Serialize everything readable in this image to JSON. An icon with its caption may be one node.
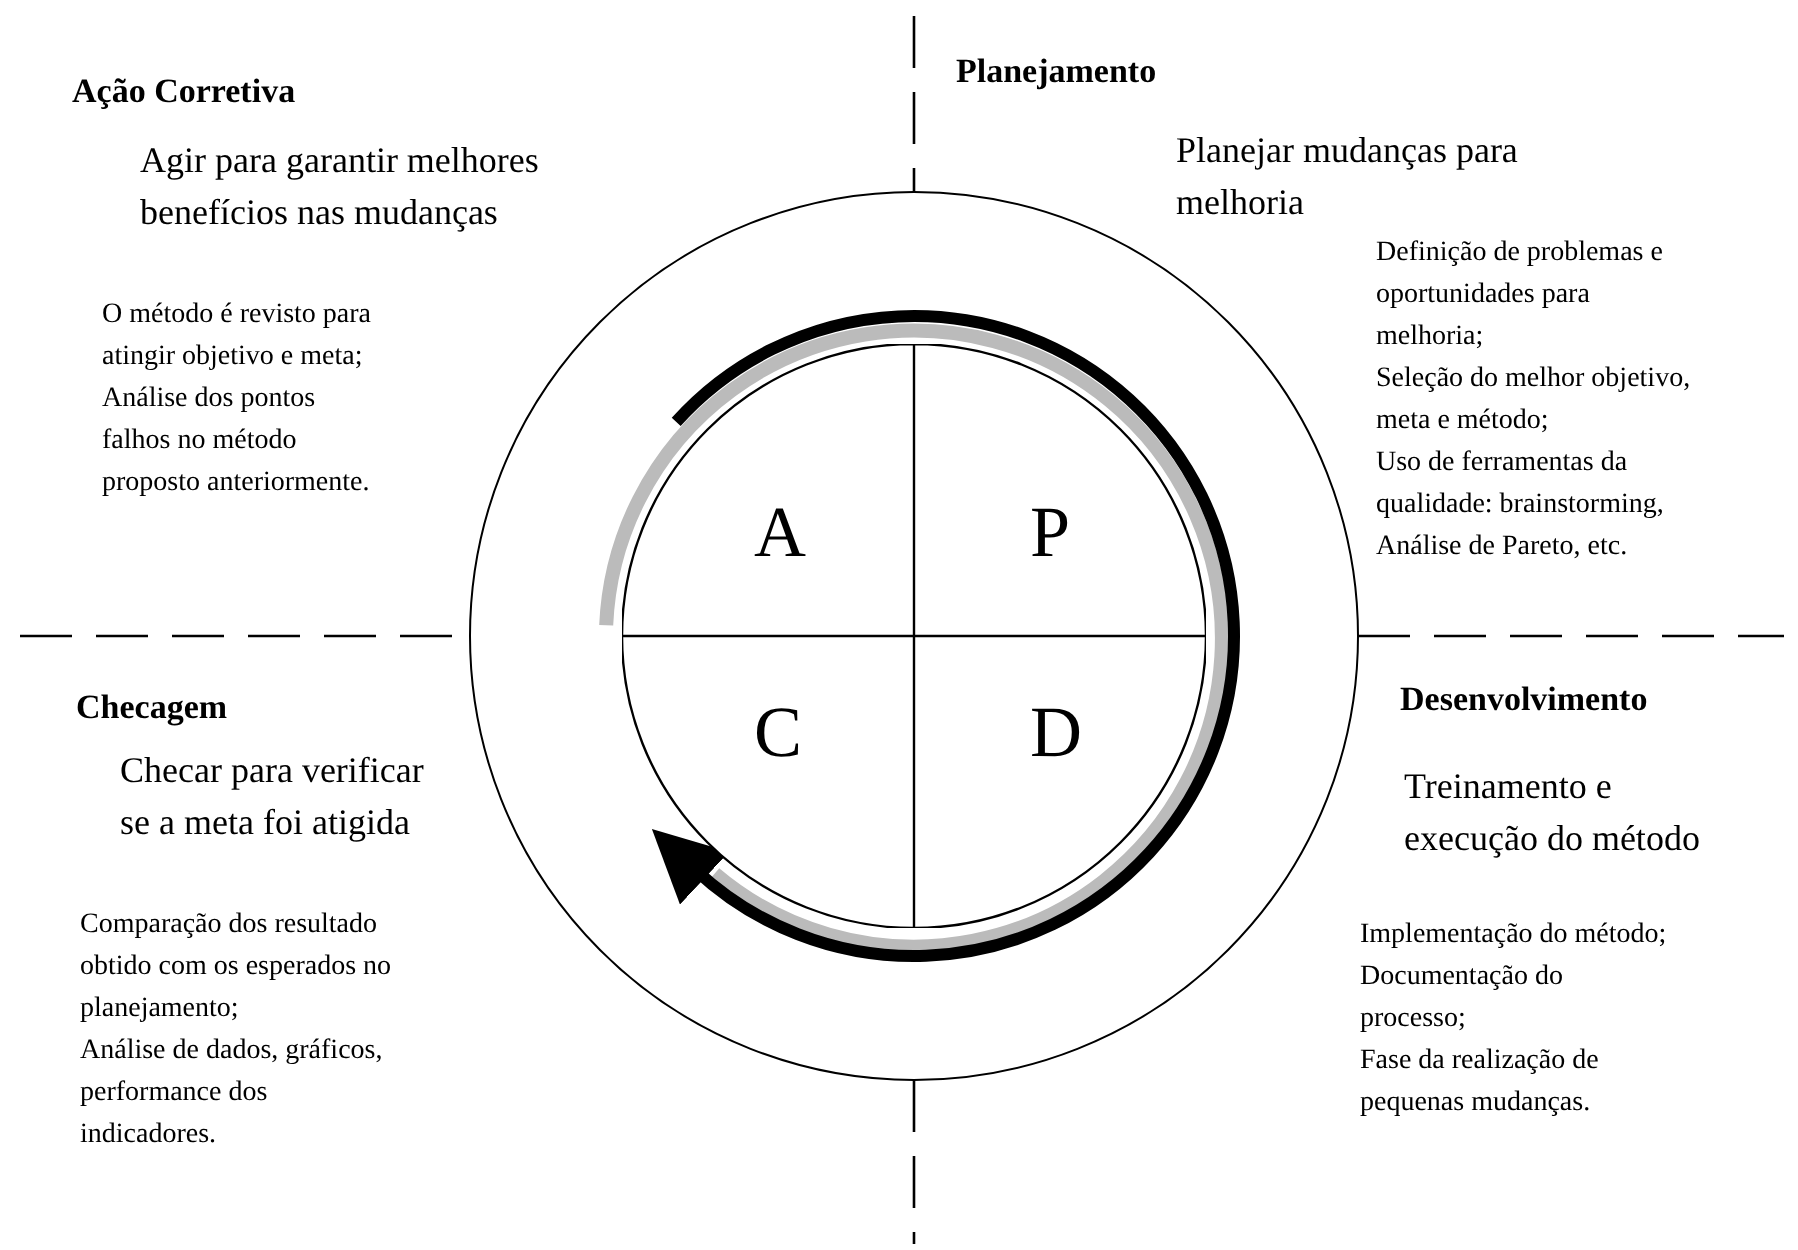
{
  "diagram": {
    "nodes": [
      {
        "text": [
          "A"
        ]
      },
      {
        "text": [
          "P"
        ]
      },
      {
        "text": [
          "C"
        ]
      },
      {
        "text": [
          "D"
        ]
      }
    ],
    "labels": [
      "Ação Corretiva",
      "Planejamento",
      "Agir para garantir melhores benefícios nas mudanças",
      "Planejar mudanças para melhoria",
      "O método é revisto para atingir objetivo e meta; Análise dos pontos falhos no método proposto anteriormente.",
      "Definição de problemas e oportunidades para melhoria; Seleção do melhor objetivo, meta e método; Uso de ferramentas da qualidade: brainstorming, Análise de Pareto, etc.",
      "Checagem",
      "Desenvolvimento",
      "Checar para verificar se a meta foi atigida",
      "Treinamento e execução do método",
      "Comparação dos resultado obtido com os esperados no planejamento; Análise de dados, gráficos, performance dos indicadores.",
      "Implementação do método; Documentação do processo; Fase da realização de pequenas mudanças."
    ]
  }
}
